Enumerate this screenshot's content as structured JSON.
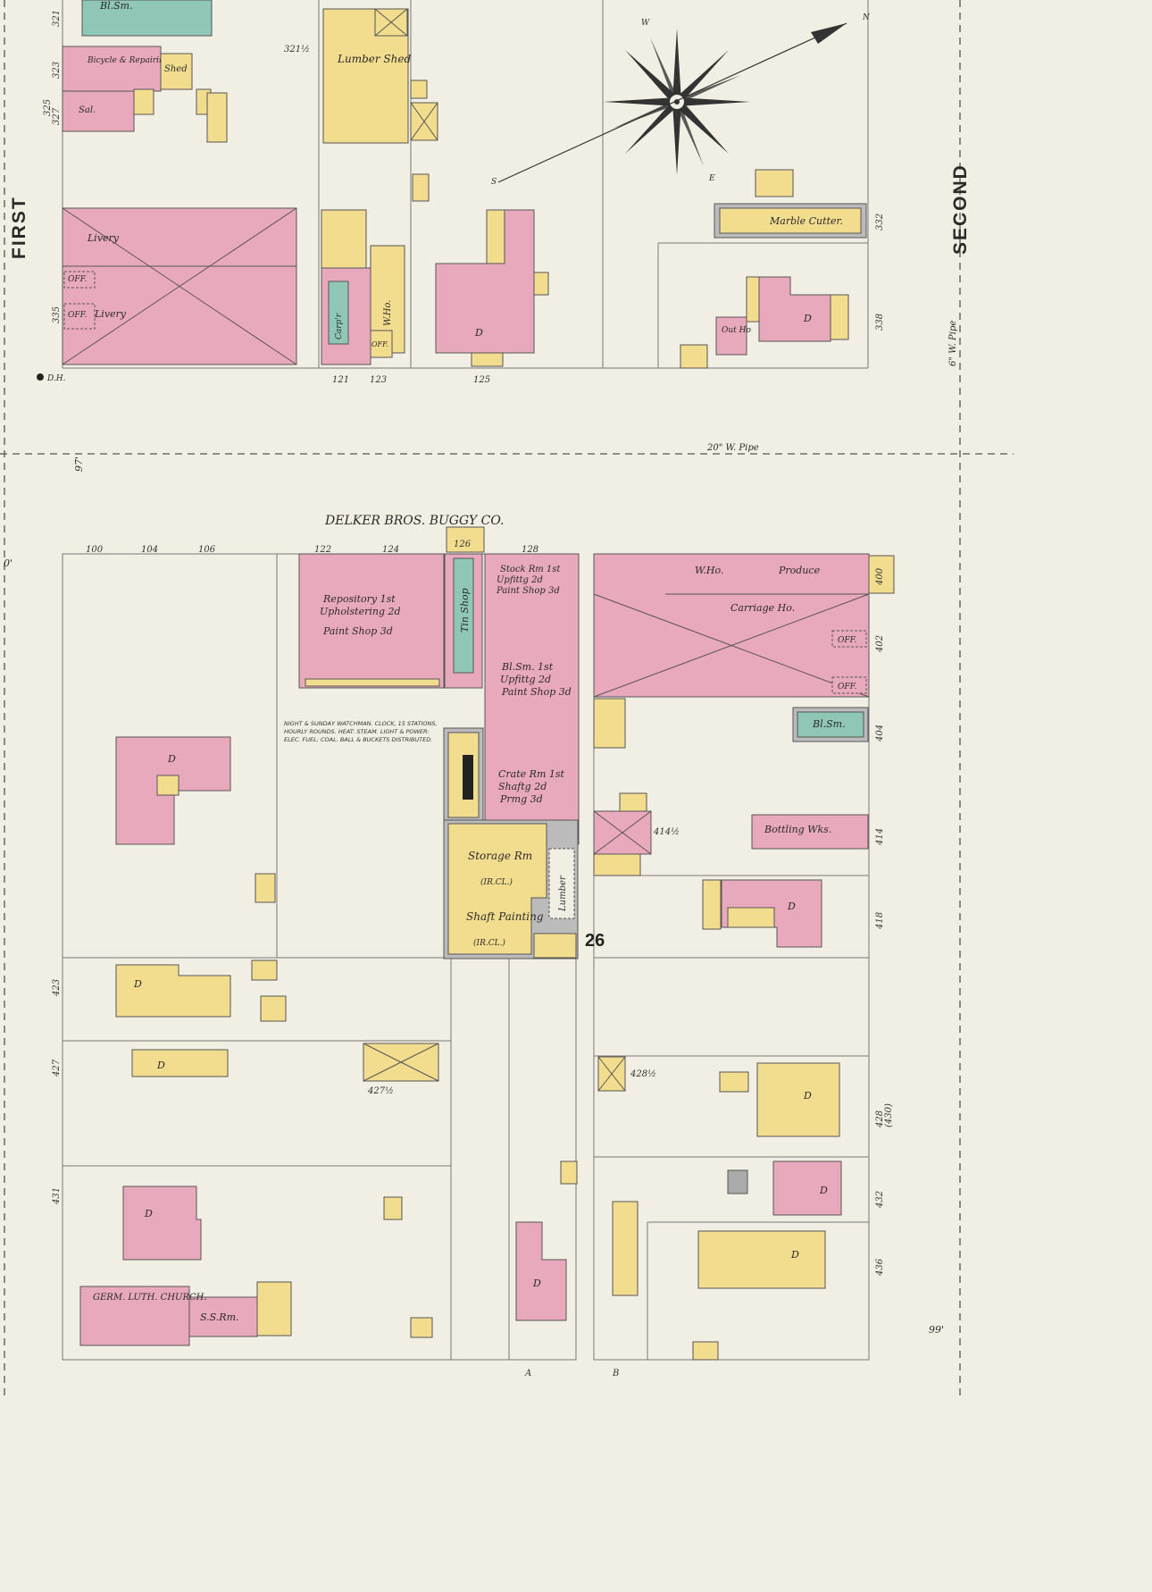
{
  "streets": {
    "first": "FIRST",
    "second": "SECOND"
  },
  "block_number": "26",
  "company_title": "DELKER BROS. BUGGY CO.",
  "pipes": {
    "street_pipe": "20\" W. Pipe",
    "side_pipe": "6\" W. Pipe"
  },
  "hydrant": "D.H.",
  "elevations": {
    "upper_left": "97'",
    "left_mid": "0'",
    "bottom_right": "99'"
  },
  "compass": {
    "n": "N",
    "s": "S",
    "e": "E",
    "w": "W"
  },
  "buildings_upper": {
    "bl_sm_top": "Bl.Sm.",
    "bicycle": "Bicycle & Repairing",
    "shed": "Shed",
    "sal": "Sal.",
    "lumber_shed": "Lumber Shed",
    "livery1": "Livery",
    "livery2": "Livery",
    "off1": "OFF.",
    "off2": "OFF.",
    "carpt": "Carp'r",
    "who": "W.Ho.",
    "off3": "OFF.",
    "dwelling": "D",
    "marble": "Marble Cutter.",
    "out_ho": "Out Ho",
    "dwelling2": "D"
  },
  "buildings_lower": {
    "repository": "Repository 1st",
    "upholstering": "Upholstering 2d",
    "paint_shop3": "Paint Shop 3d",
    "tin_shop": "Tin Shop",
    "stock": "Stock Rm 1st",
    "upfittg": "Upfittg 2d",
    "paint_shop3b": "Paint Shop 3d",
    "bl_sm": "Bl.Sm. 1st",
    "upfittg2": "Upfittg 2d",
    "paint_shop3c": "Paint Shop 3d",
    "crate": "Crate Rm 1st",
    "shaftg": "Shaftg 2d",
    "prmg": "Prmg 3d",
    "storage": "Storage Rm",
    "storage_sub": "(IR.CL.)",
    "shaft_painting": "Shaft Painting",
    "shaft_sub": "(IR.CL.)",
    "lumber": "Lumber",
    "who2": "W.Ho.",
    "produce": "Produce",
    "carriage": "Carriage Ho.",
    "off_a": "OFF.",
    "off_b": "OFF.",
    "bl_sm2": "Bl.Sm.",
    "bottling": "Bottling Wks.",
    "d1": "D",
    "d2": "D",
    "d3": "D",
    "d4": "D",
    "d5": "D",
    "d6": "D",
    "d7": "D",
    "d8": "D",
    "d9": "D",
    "church": "GERM. LUTH. CHURCH.",
    "ss_rm": "S.S.Rm."
  },
  "watchman_note": "NIGHT & SUNDAY WATCHMAN. CLOCK, 15 STATIONS, HOURLY ROUNDS. HEAT: STEAM. LIGHT & POWER: ELEC. FUEL: COAL. BALL & BUCKETS DISTRIBUTED.",
  "house_numbers_top": [
    "100",
    "104",
    "106",
    "122",
    "124",
    "126",
    "128"
  ],
  "house_numbers_mid": [
    "121",
    "123",
    "125"
  ],
  "house_numbers_left": [
    "321",
    "323",
    "325",
    "327",
    "335",
    "423",
    "427",
    "431"
  ],
  "house_numbers_right": [
    "332",
    "338",
    "400",
    "402",
    "404",
    "414",
    "418",
    "428",
    "432",
    "436"
  ],
  "misc_numbers": {
    "n321_5": "321½",
    "n414_5": "414½",
    "n428_5": "428½",
    "n427_5": "427½",
    "n430": "(430)",
    "alley_a": "A",
    "alley_b": "B"
  },
  "colors": {
    "brick": "#e9a9bd",
    "frame": "#f2dd8f",
    "stone": "#8fc6b5",
    "paper": "#f1efe3"
  }
}
